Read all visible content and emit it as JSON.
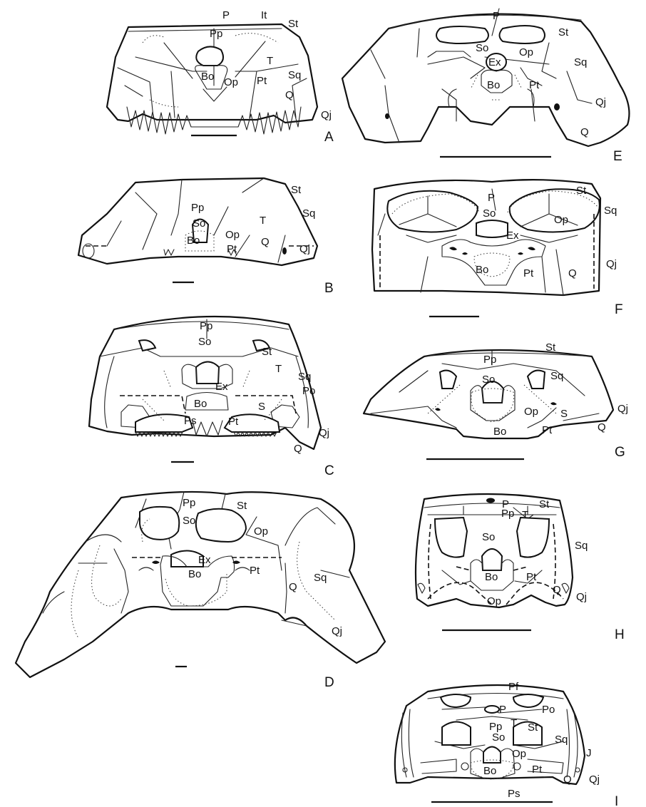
{
  "panels": [
    {
      "id": "A",
      "labels": {
        "P": "P",
        "It": "It",
        "St": "St",
        "Pp": "Pp",
        "T": "T",
        "Sq": "Sq",
        "Bo": "Bo",
        "Op": "Op",
        "Pt": "Pt",
        "Q": "Q",
        "Qj": "Qj"
      }
    },
    {
      "id": "B",
      "labels": {
        "Pp": "Pp",
        "St": "St",
        "So": "So",
        "T": "T",
        "Sq": "Sq",
        "Op": "Op",
        "Bo": "Bo",
        "Pt": "Pt",
        "Q": "Q",
        "Qj": "Qj"
      }
    },
    {
      "id": "C",
      "labels": {
        "Pp": "Pp",
        "St": "St",
        "So": "So",
        "T": "T",
        "Sq": "Sq",
        "Po": "Po",
        "Ex": "Ex",
        "Bo": "Bo",
        "S": "S",
        "Ps": "Ps",
        "Pt": "Pt",
        "Q": "Q",
        "Qj": "Qj"
      }
    },
    {
      "id": "D",
      "labels": {
        "Pp": "Pp",
        "St": "St",
        "So": "So",
        "Op": "Op",
        "Ex": "Ex",
        "Bo": "Bo",
        "Pt": "Pt",
        "Q": "Q",
        "Sq": "Sq",
        "Qj": "Qj"
      }
    },
    {
      "id": "E",
      "labels": {
        "P": "P",
        "St": "St",
        "So": "So",
        "Op": "Op",
        "Ex": "Ex",
        "Sq": "Sq",
        "Bo": "Bo",
        "Pt": "Pt",
        "Qj": "Qj",
        "Q": "Q"
      }
    },
    {
      "id": "F",
      "labels": {
        "P": "P",
        "St": "St",
        "Sq": "Sq",
        "So": "So",
        "Op": "Op",
        "Ex": "Ex",
        "Bo": "Bo",
        "Pt": "Pt",
        "Q": "Q",
        "Qj": "Qj"
      }
    },
    {
      "id": "G",
      "labels": {
        "Pp": "Pp",
        "St": "St",
        "So": "So",
        "Sq": "Sq",
        "Op": "Op",
        "S": "S",
        "Qj": "Qj",
        "Pt": "Pt",
        "Q": "Q",
        "Bo": "Bo"
      }
    },
    {
      "id": "H",
      "labels": {
        "P": "P",
        "Pp": "Pp",
        "T": "T",
        "St": "St",
        "So": "So",
        "Sq": "Sq",
        "Bo": "Bo",
        "Pt": "Pt",
        "Q": "Q",
        "Qj": "Qj",
        "Op": "Op"
      }
    },
    {
      "id": "I",
      "labels": {
        "Pf": "Pf",
        "P": "P",
        "Po": "Po",
        "Pp": "Pp",
        "T": "T",
        "St": "St",
        "So": "So",
        "Sq": "Sq",
        "J": "J",
        "Op": "Op",
        "Bo": "Bo",
        "Pt": "Pt",
        "Q": "Q",
        "Qj": "Qj",
        "Ps": "Ps"
      }
    }
  ]
}
